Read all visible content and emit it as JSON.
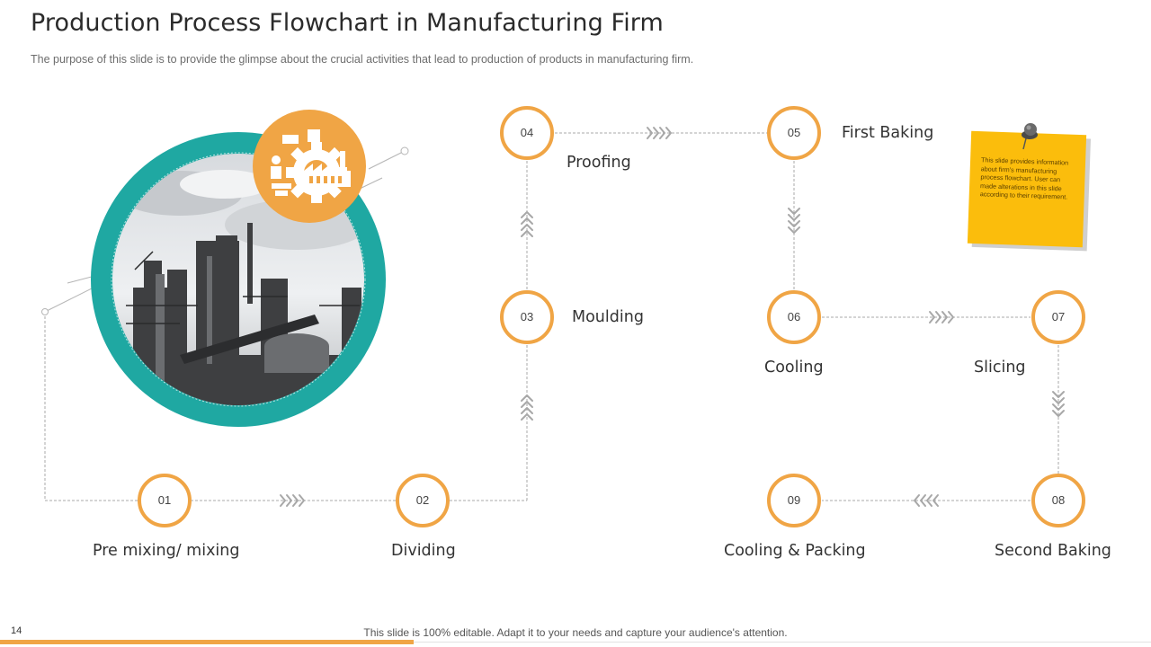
{
  "slide": {
    "title": "Production Process Flowchart in Manufacturing Firm",
    "subtitle": "The purpose of this slide is to provide the glimpse about the crucial activities that lead to production of products in manufacturing firm.",
    "page_number": "14",
    "footer": "This slide is 100% editable. Adapt it to your needs and capture your audience's attention."
  },
  "note": {
    "text": "This slide provides information about firm's manufacturing process flowchart. User can made alterations in this slide according to their requirement."
  },
  "steps": [
    {
      "number": "01",
      "label": "Pre mixing/ mixing"
    },
    {
      "number": "02",
      "label": "Dividing"
    },
    {
      "number": "03",
      "label": "Moulding"
    },
    {
      "number": "04",
      "label": "Proofing"
    },
    {
      "number": "05",
      "label": "First Baking"
    },
    {
      "number": "06",
      "label": "Cooling"
    },
    {
      "number": "07",
      "label": "Slicing"
    },
    {
      "number": "08",
      "label": "Second Baking"
    },
    {
      "number": "09",
      "label": "Cooling & Packing"
    }
  ],
  "colors": {
    "accent": "#f0a545",
    "teal": "#1fa8a2",
    "note": "#fbbd0c",
    "connector": "#a0a0a0"
  },
  "icons": [
    "factory-photo",
    "factory-gear-icon",
    "pushpin-icon",
    "chevron-right-icon",
    "chevron-up-icon",
    "chevron-down-icon",
    "chevron-left-icon"
  ]
}
